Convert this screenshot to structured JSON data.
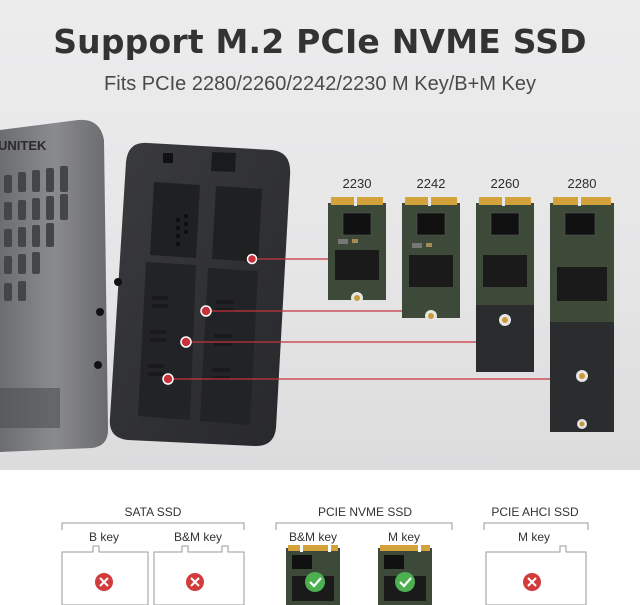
{
  "header": {
    "title": "Support M.2 PCIe NVME SSD",
    "subtitle": "Fits PCIe 2280/2260/2242/2230 M Key/B+M Key"
  },
  "enclosure": {
    "brand": "UNITEK"
  },
  "ssd_sizes": [
    {
      "label": "2230"
    },
    {
      "label": "2242"
    },
    {
      "label": "2260"
    },
    {
      "label": "2280"
    }
  ],
  "compatibility": {
    "sata": {
      "title": "SATA SSD",
      "keys": [
        {
          "label": "B key",
          "supported": false
        },
        {
          "label": "B&M key",
          "supported": false
        }
      ]
    },
    "pcie_nvme": {
      "title": "PCIE NVME SSD",
      "keys": [
        {
          "label": "B&M key",
          "supported": true
        },
        {
          "label": "M key",
          "supported": true
        }
      ]
    },
    "pcie_ahci": {
      "title": "PCIE AHCI SSD",
      "keys": [
        {
          "label": "M key",
          "supported": false
        }
      ]
    }
  },
  "colors": {
    "accent_line": "#c8323c",
    "ok_green": "#4caf50",
    "no_red": "#d23c3c",
    "pcb_green": "#3d4a3a",
    "gold": "#d4a23a"
  }
}
